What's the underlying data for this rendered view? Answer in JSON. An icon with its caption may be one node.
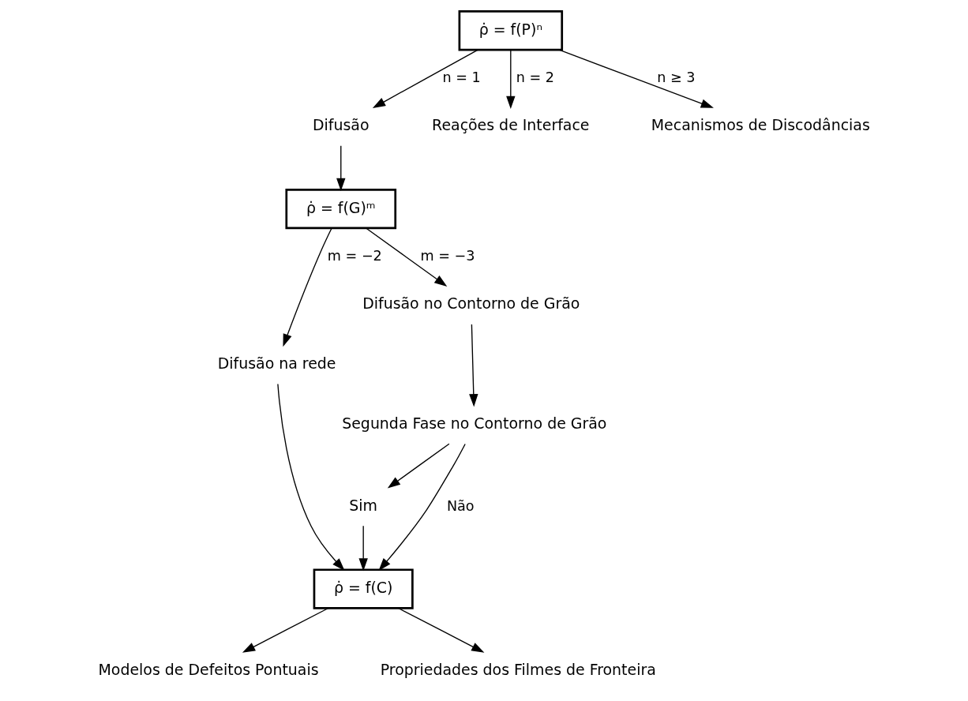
{
  "diagram": {
    "nodes": [
      {
        "text": [
          "ρ̇ = f(P)ⁿ"
        ]
      },
      {
        "text": [
          "Difusão"
        ]
      },
      {
        "text": [
          "Reações de Interface"
        ]
      },
      {
        "text": [
          "Mecanismos de Discodâncias"
        ]
      },
      {
        "text": [
          "ρ̇ = f(G)ᵐ"
        ]
      },
      {
        "text": [
          "Difusão na rede"
        ]
      },
      {
        "text": [
          "Difusão no Contorno de Grão"
        ]
      },
      {
        "text": [
          "Segunda Fase no Contorno de Grão"
        ]
      },
      {
        "text": [
          "Sim"
        ]
      },
      {
        "text": [
          "ρ̇ = f(C)"
        ]
      },
      {
        "text": [
          "Modelos de Defeitos Pontuais"
        ]
      },
      {
        "text": [
          "Propriedades dos Filmes de Fronteira"
        ]
      }
    ],
    "edges": [
      {
        "from": 0,
        "to": 1,
        "arrow": "to",
        "label": "n = 1"
      },
      {
        "from": 0,
        "to": 2,
        "arrow": "to",
        "label": "n = 2"
      },
      {
        "from": 0,
        "to": 3,
        "arrow": "to",
        "label": "n ≥ 3"
      },
      {
        "from": 1,
        "to": 4,
        "arrow": "to"
      },
      {
        "from": 4,
        "to": 5,
        "arrow": "to",
        "label": "m = −2"
      },
      {
        "from": 4,
        "to": 6,
        "arrow": "to",
        "label": "m = −3"
      },
      {
        "from": 5,
        "to": 9,
        "arrow": "to"
      },
      {
        "from": 6,
        "to": 7,
        "arrow": "to"
      },
      {
        "from": 7,
        "to": 9,
        "arrow": "to",
        "label": "Não"
      },
      {
        "from": 7,
        "to": 8,
        "arrow": "to"
      },
      {
        "from": 8,
        "to": 9,
        "arrow": "to"
      },
      {
        "from": 9,
        "to": 10,
        "arrow": "to"
      },
      {
        "from": 9,
        "to": 11,
        "arrow": "to"
      }
    ]
  }
}
